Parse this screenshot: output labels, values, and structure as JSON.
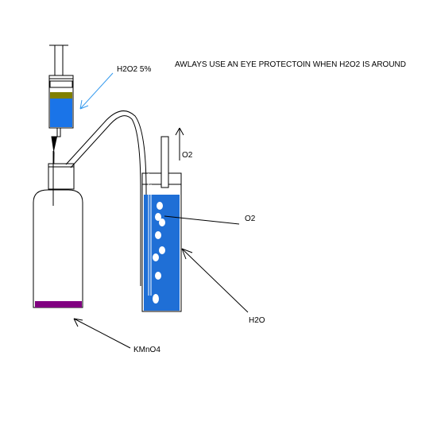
{
  "warning": "AWLAYS USE AN EYE PROTECTOIN WHEN H2O2 IS AROUND",
  "labels": {
    "h2o2": "H2O2 5%",
    "o2_outlet": "O2",
    "o2_bubbles": "O2",
    "water": "H2O",
    "catalyst": "KMnO4"
  },
  "colors": {
    "water_blue": "#1f6fd6",
    "h2o2_blue": "#1a74e8",
    "olive_layer": "#808000",
    "kmno4_purple": "#800080",
    "pointer_blue": "#3399ee"
  }
}
